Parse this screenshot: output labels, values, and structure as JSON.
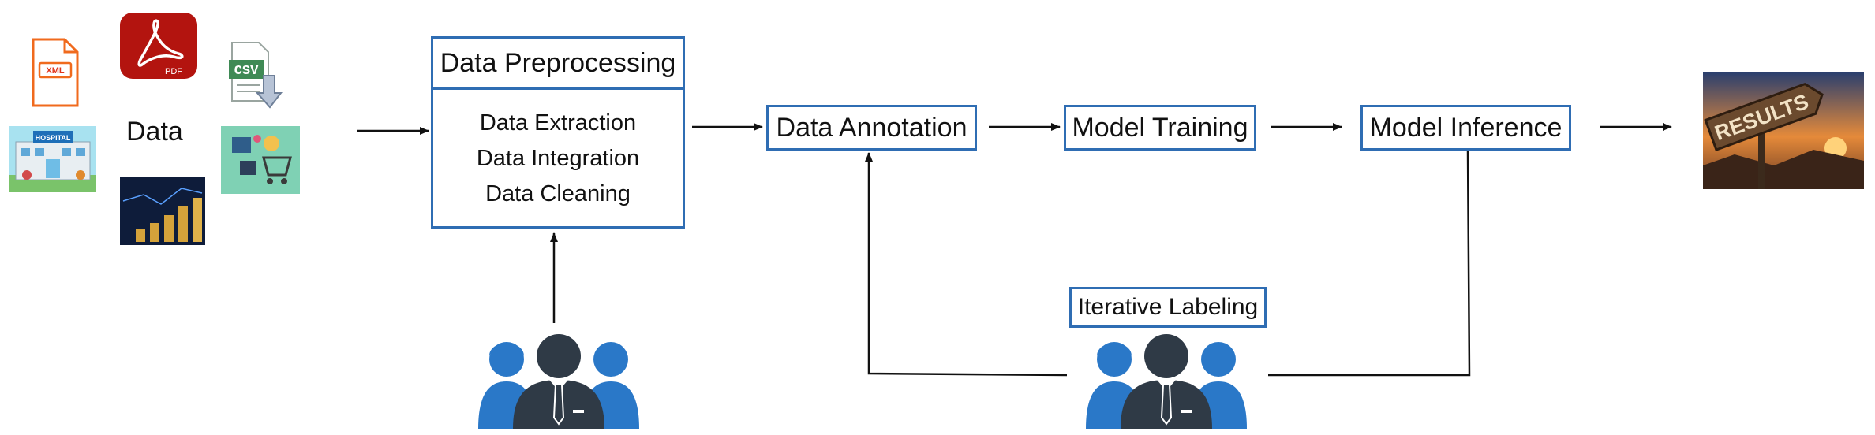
{
  "sources": {
    "data_label": "Data",
    "xml_text": "XML",
    "pdf_text": "PDF",
    "csv_text": "CSV",
    "hospital_text": "HOSPITAL"
  },
  "preprocessing": {
    "title": "Data Preprocessing",
    "steps": [
      "Data Extraction",
      "Data Integration",
      "Data Cleaning"
    ]
  },
  "annotation": {
    "title": "Data Annotation"
  },
  "training": {
    "title": "Model Training"
  },
  "inference": {
    "title": "Model Inference"
  },
  "iterative": {
    "title": "Iterative Labeling"
  },
  "results": {
    "text": "RESULTS"
  },
  "colors": {
    "box_border": "#2f6db3",
    "people_blue": "#2a78c8",
    "people_dark": "#2f3a46",
    "pdf_red": "#b3140f",
    "xml_orange": "#f06a1d",
    "csv_green": "#3f8a55"
  }
}
